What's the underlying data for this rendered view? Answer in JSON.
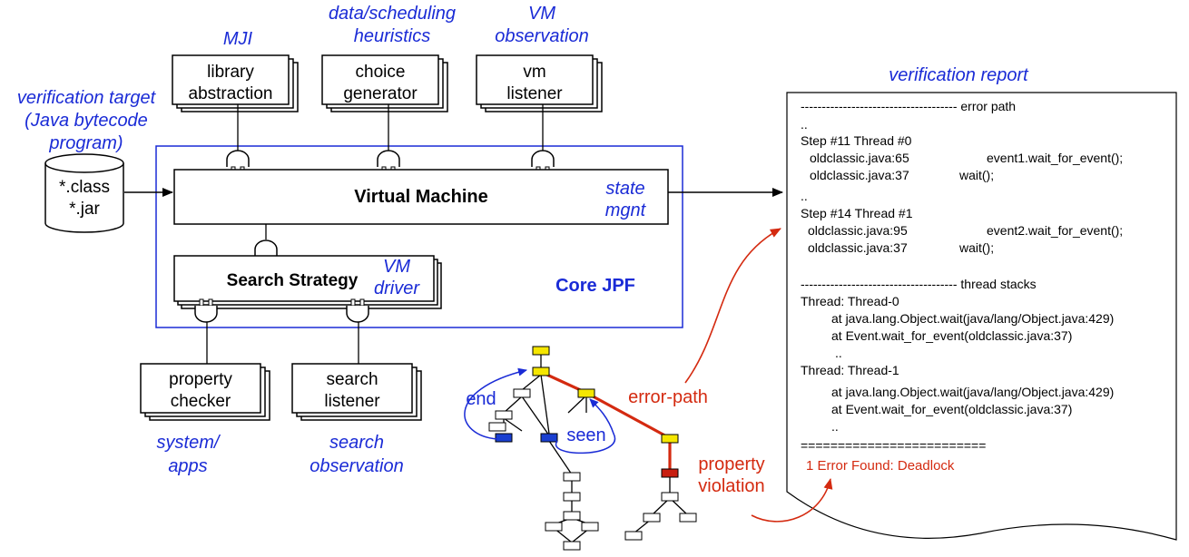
{
  "labels": {
    "mji": "MJI",
    "data_sched_1": "data/scheduling",
    "data_sched_2": "heuristics",
    "vm_obs_1": "VM",
    "vm_obs_2": "observation",
    "ver_target_1": "verification target",
    "ver_target_2": "(Java bytecode",
    "ver_target_3": "program)",
    "ver_report": "verification report",
    "state_1": "state",
    "state_2": "mgnt",
    "vm_driver_1": "VM",
    "vm_driver_2": "driver",
    "core_jpf": "Core JPF",
    "system_1": "system/",
    "system_2": "apps",
    "search_obs_1": "search",
    "search_obs_2": "observation",
    "end": "end",
    "seen": "seen",
    "error_path": "error-path",
    "prop_viol_1": "property",
    "prop_viol_2": "violation"
  },
  "boxes": {
    "library_1": "library",
    "library_2": "abstraction",
    "choice_1": "choice",
    "choice_2": "generator",
    "vmlistener_1": "vm",
    "vmlistener_2": "listener",
    "property_1": "property",
    "property_2": "checker",
    "searchl_1": "search",
    "searchl_2": "listener",
    "virtual_machine": "Virtual Machine",
    "search_strategy": "Search Strategy"
  },
  "files": {
    "class": "*.class",
    "jar": "*.jar"
  },
  "report": {
    "lines": [
      "------------------------------------- error path",
      "..",
      "Step #11 Thread #0",
      "oldclassic.java:65",
      "event1.wait_for_event();",
      "oldclassic.java:37",
      "wait();",
      "..",
      "Step #14 Thread #1",
      "oldclassic.java:95",
      "event2.wait_for_event();",
      "oldclassic.java:37",
      "wait();",
      "------------------------------------- thread stacks",
      "Thread: Thread-0",
      "at java.lang.Object.wait(java/lang/Object.java:429)",
      "at Event.wait_for_event(oldclassic.java:37)",
      "..",
      "Thread: Thread-1",
      "at java.lang.Object.wait(java/lang/Object.java:429)",
      "at Event.wait_for_event(oldclassic.java:37)",
      "..",
      "=========================",
      "1 Error Found: Deadlock"
    ]
  },
  "colors": {
    "blue": "#1a2bd6",
    "red": "#d42a10",
    "node_yellow": "#f5e600",
    "node_blue": "#1a3fd0",
    "node_red": "#c81e10"
  }
}
